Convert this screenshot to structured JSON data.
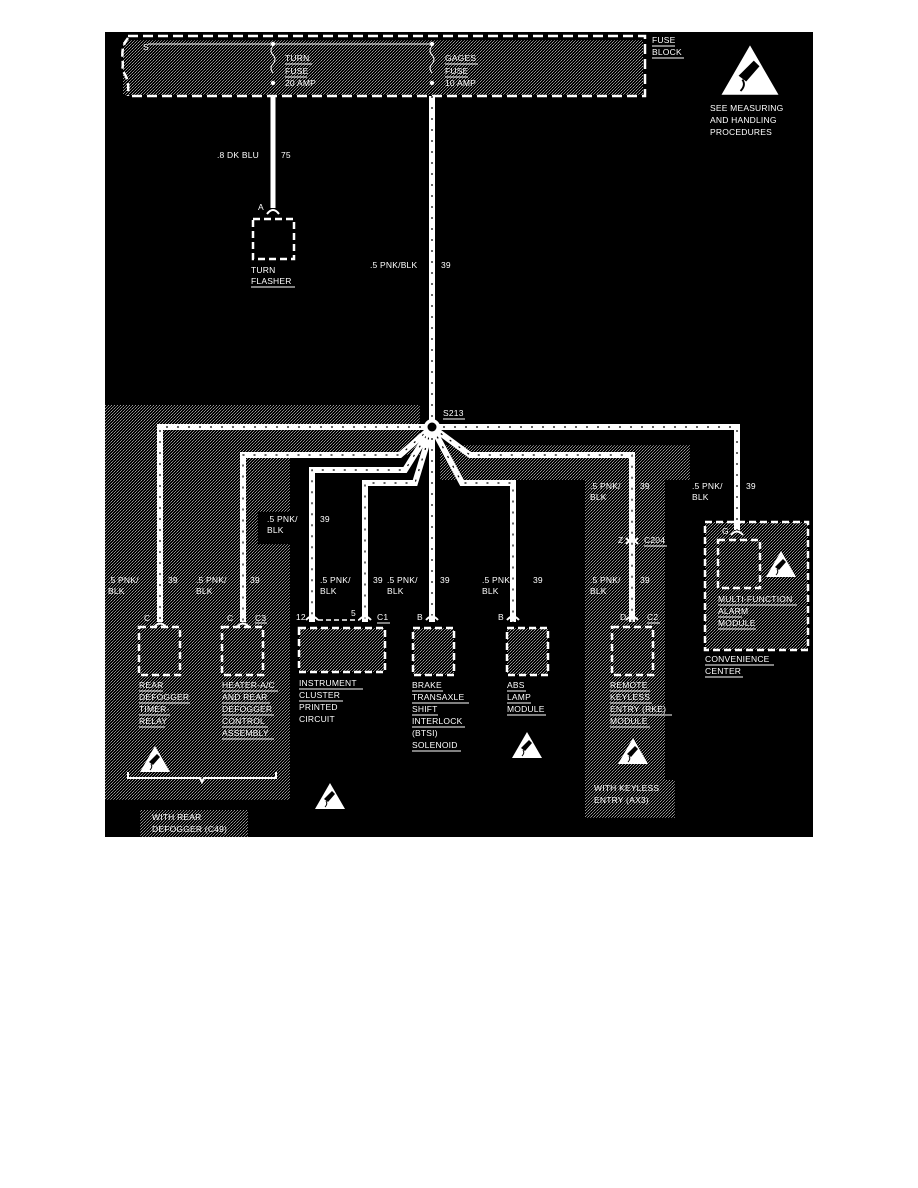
{
  "fuse_block": {
    "label_line1": "FUSE",
    "label_line2": "BLOCK",
    "turn_fuse": [
      "TURN",
      "FUSE",
      "20 AMP"
    ],
    "gages_fuse": [
      "GAGES",
      "FUSE",
      "10 AMP"
    ]
  },
  "esd_note": [
    "SEE MEASURING",
    "AND HANDLING",
    "PROCEDURES"
  ],
  "wires": {
    "turn_feed": {
      "gauge_color": ".8 DK BLU",
      "circuit": "75"
    },
    "gages_feed": {
      "gauge_color": ".5 PNK/BLK",
      "circuit": "39"
    },
    "branch_gauge_line1": ".5 PNK/",
    "branch_gauge_line2": "BLK",
    "branch_circuit": "39"
  },
  "turn_flasher": {
    "pin": "A",
    "label": [
      "TURN",
      "FLASHER"
    ]
  },
  "splice": {
    "id": "S213"
  },
  "connector": {
    "id": "C204",
    "pin": "Z"
  },
  "components": [
    {
      "id": "rear-defogger-timer-relay",
      "pin": "C",
      "connector": "",
      "label": [
        "REAR",
        "DEFOGGER",
        "TIMER-",
        "RELAY"
      ]
    },
    {
      "id": "heater-ac-rear-defogger-control",
      "pin": "C",
      "connector": "C3",
      "label": [
        "HEATER-A/C",
        "AND REAR",
        "DEFOGGER",
        "CONTROL",
        "ASSEMBLY"
      ]
    },
    {
      "id": "instrument-cluster",
      "pin": "12",
      "pin2": "5",
      "connector": "C1",
      "label": [
        "INSTRUMENT",
        "CLUSTER",
        "PRINTED",
        "CIRCUIT"
      ]
    },
    {
      "id": "btsi-solenoid",
      "pin": "B",
      "connector": "",
      "label": [
        "BRAKE",
        "TRANSAXLE",
        "SHIFT",
        "INTERLOCK",
        "(BTSI)",
        "SOLENOID"
      ]
    },
    {
      "id": "abs-lamp-module",
      "pin": "B",
      "connector": "",
      "label": [
        "ABS",
        "LAMP",
        "MODULE"
      ]
    },
    {
      "id": "rke-module",
      "pin": "D",
      "connector": "C2",
      "label": [
        "REMOTE",
        "KEYLESS",
        "ENTRY (RKE)",
        "MODULE"
      ]
    },
    {
      "id": "multi-function-alarm-module",
      "pin": "G",
      "connector": "",
      "label": [
        "MULTI-FUNCTION",
        "ALARM",
        "MODULE"
      ]
    }
  ],
  "convenience_center": [
    "CONVENIENCE",
    "CENTER"
  ],
  "notes": {
    "rear_defogger": [
      "WITH REAR",
      "DEFOGGER (C49)"
    ],
    "keyless_entry": [
      "WITH KEYLESS",
      "ENTRY (AX3)"
    ]
  }
}
